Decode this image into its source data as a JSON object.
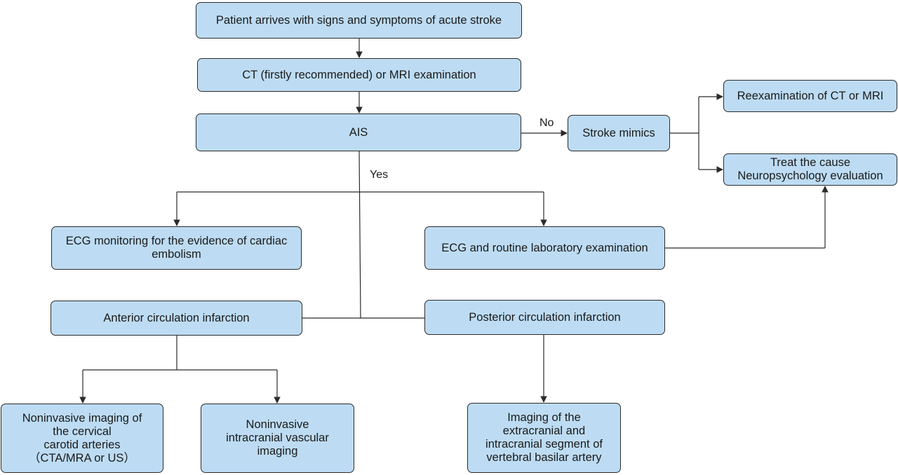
{
  "nodes": {
    "arrival": "Patient arrives with signs and symptoms of acute stroke",
    "imaging": "CT (firstly recommended) or MRI examination",
    "ais": "AIS",
    "mimics": "Stroke mimics",
    "reexam": "Reexamination of CT or MRI",
    "treat": "Treat the cause\nNeuropsychology evaluation",
    "ecg_monitor": "ECG monitoring for the evidence of cardiac\nembolism",
    "ecg_routine": "ECG and routine laboratory examination",
    "anterior": "Anterior circulation infarction",
    "posterior": "Posterior circulation infarction",
    "carotid": "Noninvasive imaging of\nthe cervical\ncarotid arteries\n（CTA/MRA or US）",
    "intracranial": "Noninvasive\nintracranial vascular\nimaging",
    "vertebral": "Imaging of the\nextracranial and\nintracranial segment of\nvertebral basilar artery"
  },
  "labels": {
    "no": "No",
    "yes": "Yes"
  },
  "colors": {
    "box_fill": "#bddcf3",
    "box_border": "#2b2b2b",
    "line": "#2b2b2b"
  }
}
